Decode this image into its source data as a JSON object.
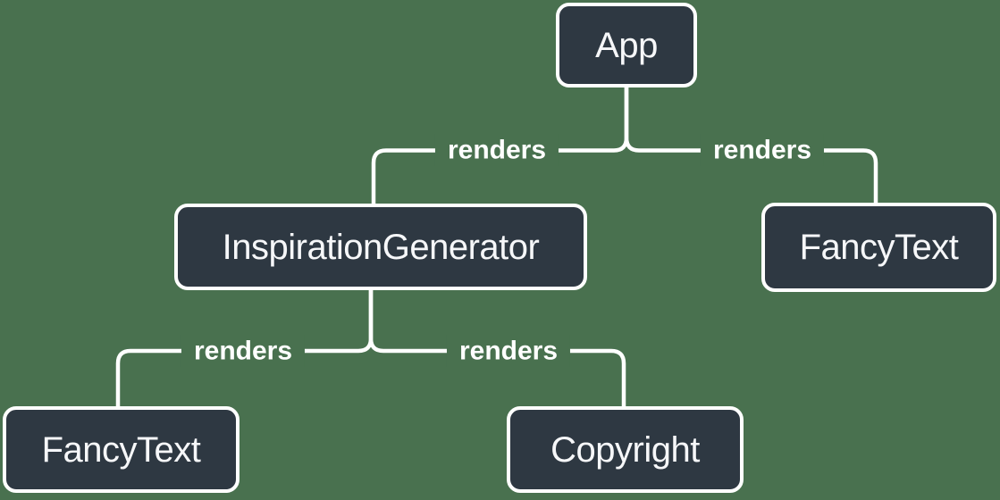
{
  "colors": {
    "background": "#49714F",
    "node_fill": "#2E3842",
    "line": "#FFFFFF",
    "text": "#F6F7F9"
  },
  "nodes": [
    {
      "id": "app",
      "label": "App"
    },
    {
      "id": "inspiration-generator",
      "label": "InspirationGenerator"
    },
    {
      "id": "fancy-text-top",
      "label": "FancyText"
    },
    {
      "id": "fancy-text-bottom",
      "label": "FancyText"
    },
    {
      "id": "copyright",
      "label": "Copyright"
    }
  ],
  "edges": [
    {
      "from": "App",
      "to": "InspirationGenerator",
      "label": "renders"
    },
    {
      "from": "App",
      "to": "FancyText",
      "label": "renders"
    },
    {
      "from": "InspirationGenerator",
      "to": "FancyText",
      "label": "renders"
    },
    {
      "from": "InspirationGenerator",
      "to": "Copyright",
      "label": "renders"
    }
  ]
}
